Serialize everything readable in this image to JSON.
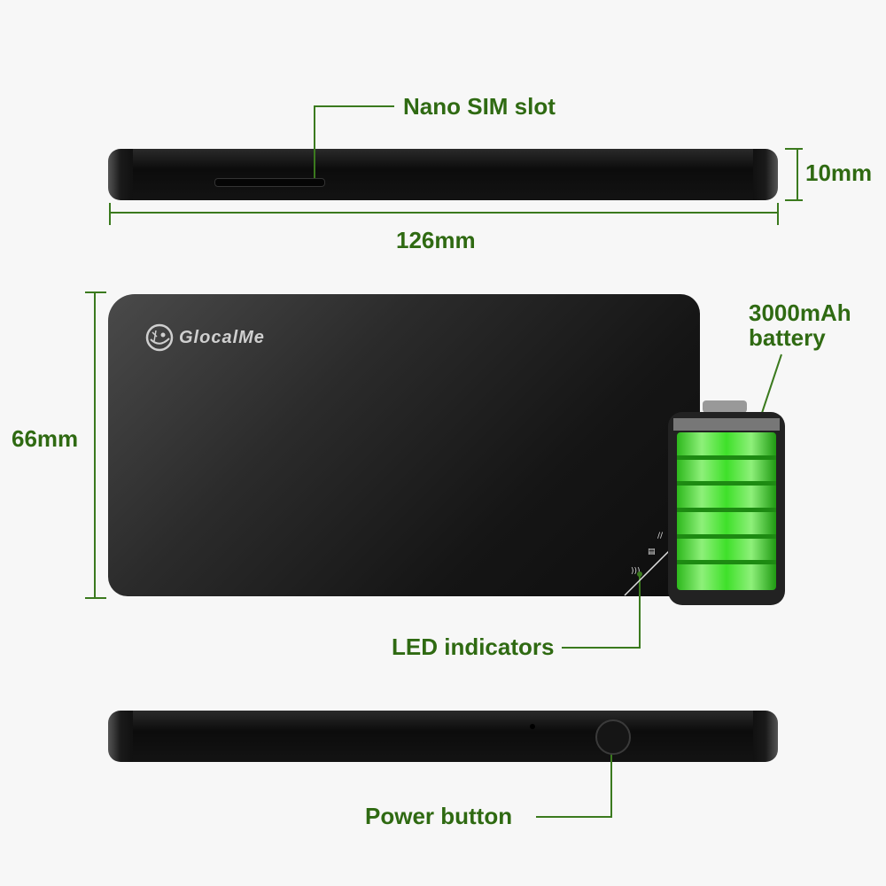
{
  "labels": {
    "sim_slot": "Nano SIM slot",
    "thickness": "10mm",
    "length": "126mm",
    "width": "66mm",
    "battery_capacity": "3000mAh",
    "battery_word": "battery",
    "led": "LED indicators",
    "power": "Power button"
  },
  "brand": "GlocalMe",
  "colors": {
    "label": "#2f6a12",
    "leader": "#3b7a1e",
    "battery": "#3fe02a"
  }
}
